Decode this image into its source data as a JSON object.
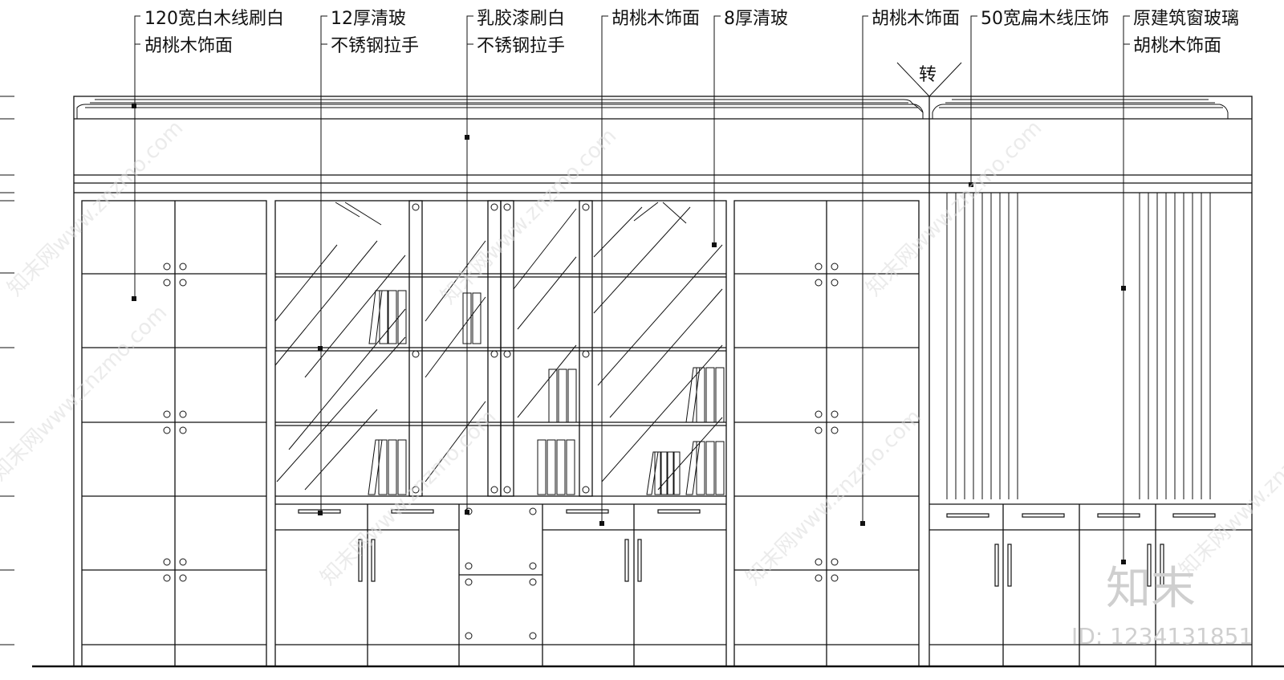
{
  "annotations": {
    "a1": {
      "line1": "120宽白木线刷白",
      "line2": "胡桃木饰面"
    },
    "a2": {
      "line1": "12厚清玻",
      "line2": "不锈钢拉手"
    },
    "a3": {
      "line1": "乳胶漆刷白",
      "line2": "不锈钢拉手"
    },
    "a4": {
      "line1": "胡桃木饰面"
    },
    "a5": {
      "line1": "8厚清玻"
    },
    "a6": {
      "line1": "胡桃木饰面"
    },
    "a7": {
      "line1": "50宽扁木线压饰"
    },
    "a8": {
      "line1": "原建筑窗玻璃",
      "line2": "胡桃木饰面"
    }
  },
  "turn_mark": "转",
  "watermark": {
    "text": "知末网www.znzmo.com",
    "logo": "知末",
    "id_text": "ID: 1234131851"
  }
}
